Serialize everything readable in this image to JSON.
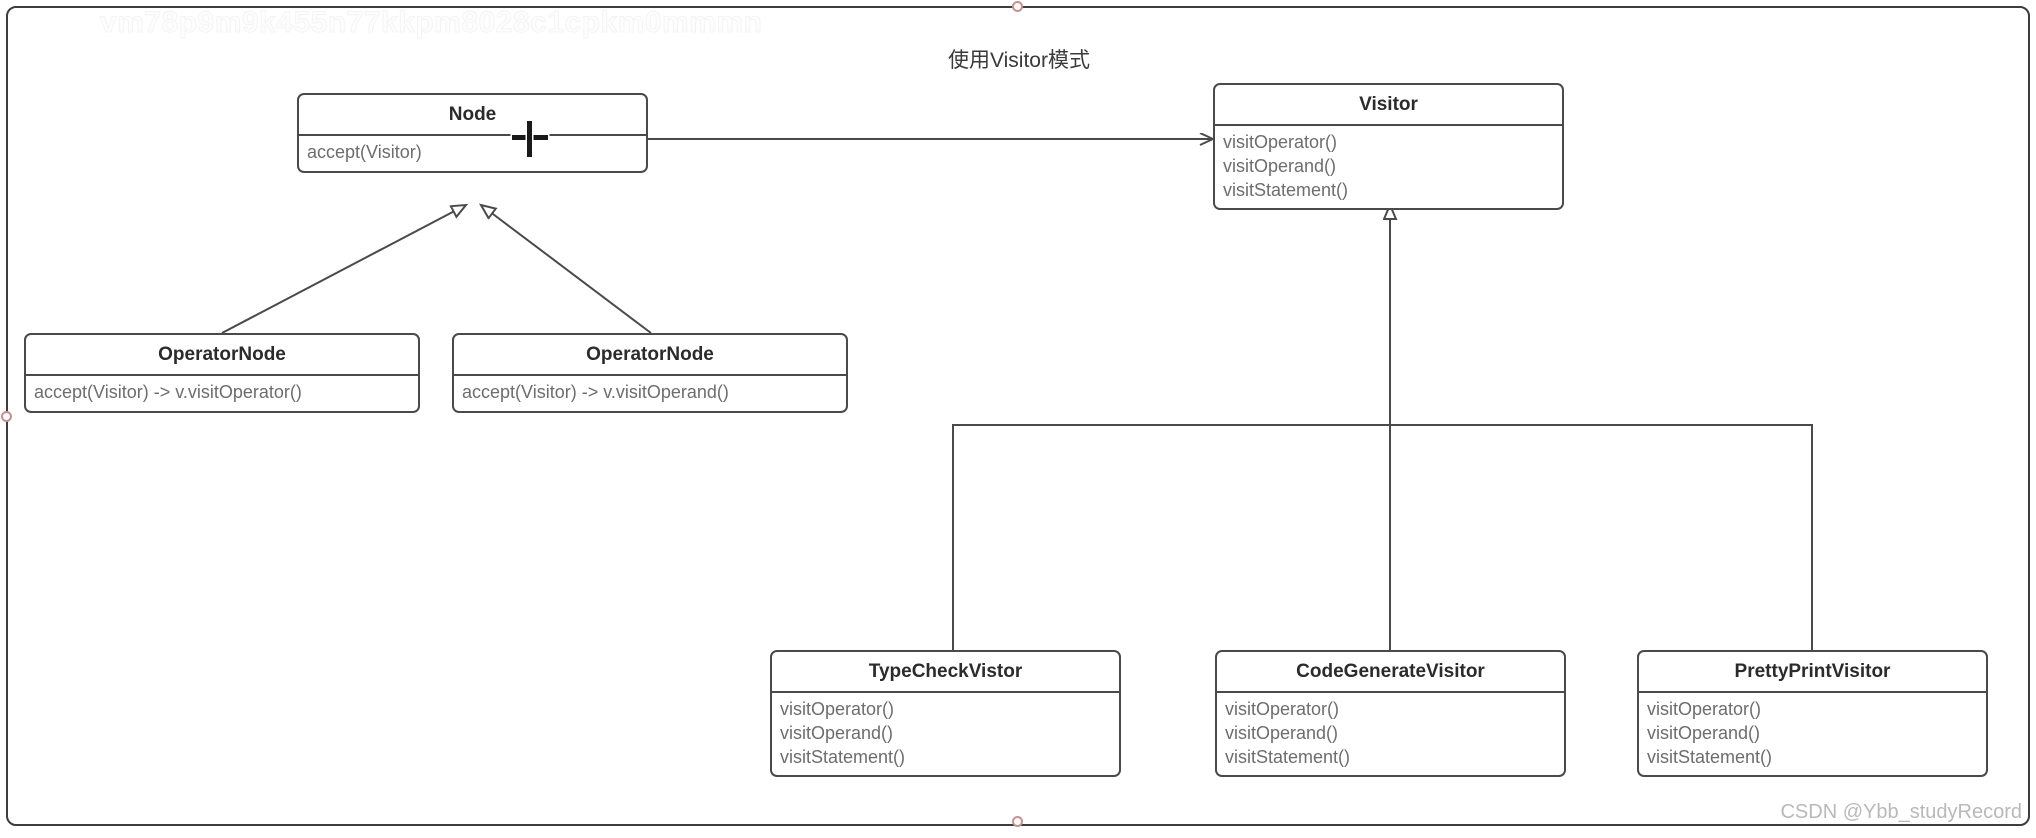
{
  "diagram": {
    "title": "使用Visitor模式",
    "corner_watermark": "CSDN @Ybb_studyRecord",
    "top_watermark": "vm78p9m9k455n77kkpm8028c1cpkm0mmmn",
    "colors": {
      "box_border": "#4a4a4a",
      "box_fill": "#ffffff",
      "title_text": "#2b2b2b",
      "member_text": "#6d6d6d",
      "connector": "#4a4a4a",
      "frame_border": "#3d3d3d",
      "handle_ring": "#c98f8f",
      "watermark": "#b9b9b9"
    },
    "classes": [
      {
        "id": "node",
        "name": "Node",
        "members": [
          "accept(Visitor)"
        ]
      },
      {
        "id": "visitor",
        "name": "Visitor",
        "members": [
          "visitOperator()",
          "visitOperand()",
          "visitStatement()"
        ]
      },
      {
        "id": "operator-node-left",
        "name": "OperatorNode",
        "members": [
          "accept(Visitor) -> v.visitOperator()"
        ]
      },
      {
        "id": "operator-node-right",
        "name": "OperatorNode",
        "members": [
          "accept(Visitor) -> v.visitOperand()"
        ]
      },
      {
        "id": "type-check-visitor",
        "name": "TypeCheckVistor",
        "members": [
          "visitOperator()",
          "visitOperand()",
          "visitStatement()"
        ]
      },
      {
        "id": "code-generate-visitor",
        "name": "CodeGenerateVisitor",
        "members": [
          "visitOperator()",
          "visitOperand()",
          "visitStatement()"
        ]
      },
      {
        "id": "pretty-print-visitor",
        "name": "PrettyPrintVisitor",
        "members": [
          "visitOperator()",
          "visitOperand()",
          "visitStatement()"
        ]
      }
    ],
    "relations": [
      {
        "from": "node",
        "to": "visitor",
        "type": "association-arrow"
      },
      {
        "from": "operator-node-left",
        "to": "node",
        "type": "generalization"
      },
      {
        "from": "operator-node-right",
        "to": "node",
        "type": "generalization"
      },
      {
        "from": "type-check-visitor",
        "to": "visitor",
        "type": "generalization"
      },
      {
        "from": "code-generate-visitor",
        "to": "visitor",
        "type": "generalization"
      },
      {
        "from": "pretty-print-visitor",
        "to": "visitor",
        "type": "generalization"
      }
    ]
  }
}
